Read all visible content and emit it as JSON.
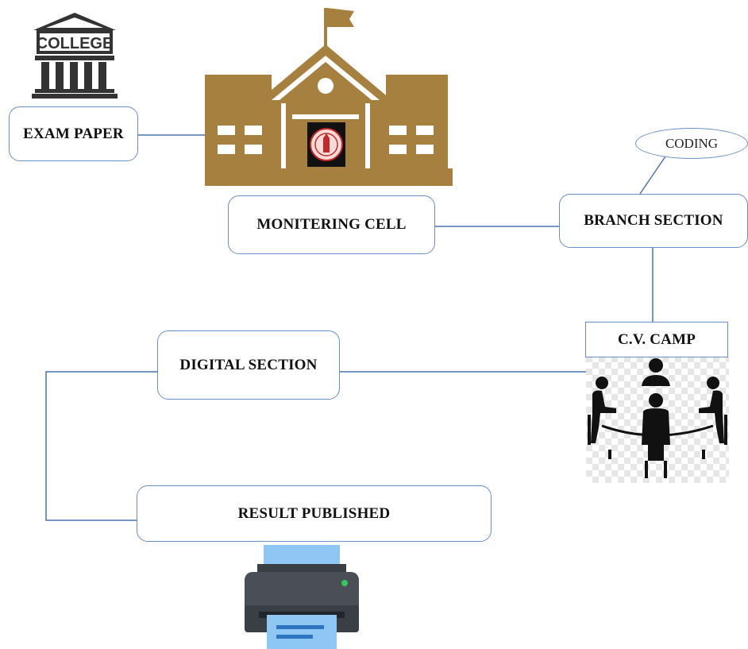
{
  "nodes": {
    "exam_paper": "EXAM PAPER",
    "monitering_cell": "MONITERING CELL",
    "branch_section": "BRANCH SECTION",
    "coding": "CODING",
    "cv_camp": "C.V. CAMP",
    "digital_section": "DIGITAL SECTION",
    "result_published": "RESULT PUBLISHED"
  },
  "icons": {
    "college_sign": "COLLEGE",
    "college": "college-building-icon",
    "university": "university-building-icon",
    "meeting": "meeting-people-icon",
    "printer": "printer-icon"
  },
  "colors": {
    "connector": "#4a74b4",
    "box_border": "#6a8fc5",
    "university": "#a5803f",
    "printer_body": "#4a4f57",
    "paper": "#8ec7f3"
  }
}
